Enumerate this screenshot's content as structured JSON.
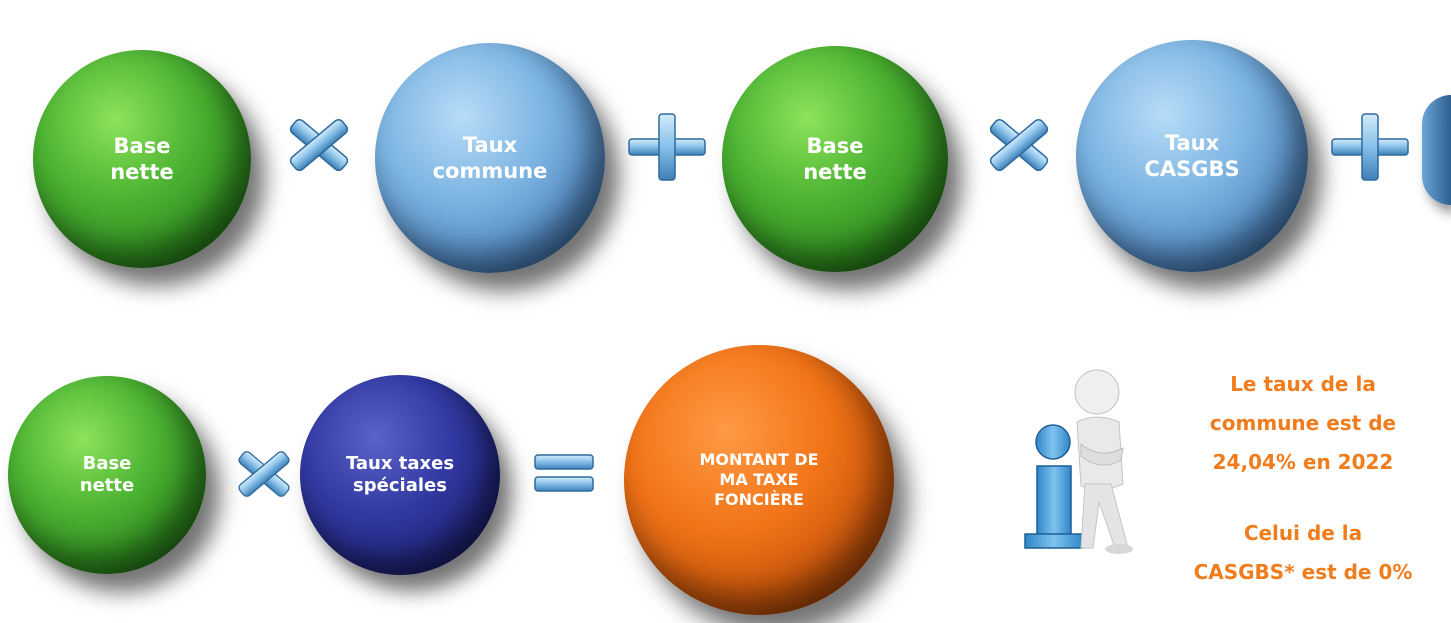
{
  "colors": {
    "green": "#4eb534",
    "light_blue": "#7fb6e3",
    "dark_blue": "#323aa3",
    "orange": "#f27418",
    "info_text": "#f07c1c"
  },
  "row1": {
    "node1": {
      "line1": "Base",
      "line2": "nette"
    },
    "op1": "multiply-icon",
    "node2": {
      "line1": "Taux",
      "line2": "commune"
    },
    "op2": "plus-icon",
    "node3": {
      "line1": "Base",
      "line2": "nette"
    },
    "op3": "multiply-icon",
    "node4": {
      "line1": "Taux",
      "line2": "CASGBS"
    },
    "op4": "plus-icon"
  },
  "row2": {
    "node1": {
      "line1": "Base",
      "line2": "nette"
    },
    "op1": "multiply-icon",
    "node2": {
      "line1": "Taux taxes",
      "line2": "spéciales"
    },
    "op2": "equals-icon",
    "result": {
      "line1": "MONTANT DE",
      "line2": "MA TAXE",
      "line3": "FONCIÈRE"
    }
  },
  "info": {
    "icon": "info-figure-icon",
    "line1": "Le taux de la",
    "line2": "commune est de",
    "line3": "24,04% en 2022",
    "line4": "Celui de la",
    "line5": "CASGBS* est de 0%"
  }
}
